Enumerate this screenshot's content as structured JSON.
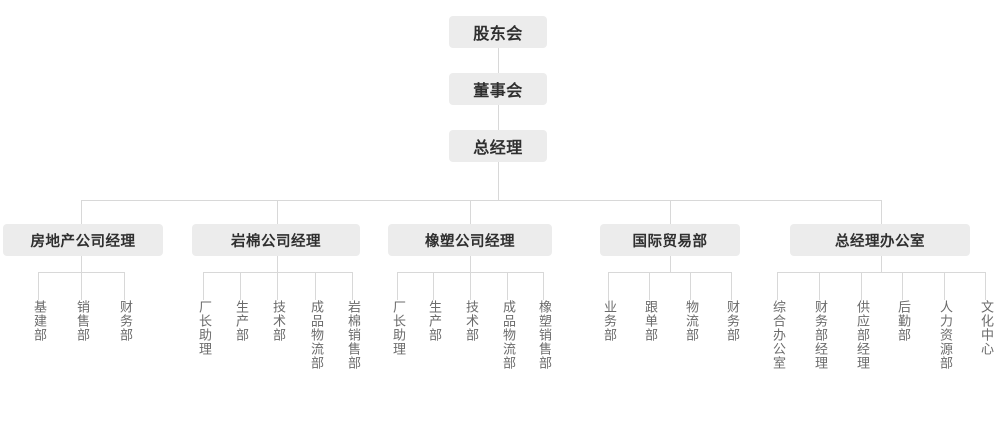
{
  "diagram": {
    "type": "organization-chart",
    "title": "",
    "colors": {
      "box_fill": "#ececec",
      "box_text": "#2f2f2f",
      "leaf_text": "#6b6b6b",
      "connector": "#d8d8d8",
      "background": "#ffffff"
    },
    "top_chain": [
      {
        "label": "股东会"
      },
      {
        "label": "董事会"
      },
      {
        "label": "总经理"
      }
    ],
    "units": [
      {
        "label": "房地产公司经理",
        "children": [
          "基建部",
          "销售部",
          "财务部"
        ]
      },
      {
        "label": "岩棉公司经理",
        "children": [
          "厂长助理",
          "生产部",
          "技术部",
          "成品物流部",
          "岩棉销售部"
        ]
      },
      {
        "label": "橡塑公司经理",
        "children": [
          "厂长助理",
          "生产部",
          "技术部",
          "成品物流部",
          "橡塑销售部"
        ]
      },
      {
        "label": "国际贸易部",
        "children": [
          "业务部",
          "跟单部",
          "物流部",
          "财务部"
        ]
      },
      {
        "label": "总经理办公室",
        "children": [
          "综合办公室",
          "财务部经理",
          "供应部经理",
          "后勤部",
          "人力资源部",
          "文化中心"
        ]
      }
    ]
  }
}
